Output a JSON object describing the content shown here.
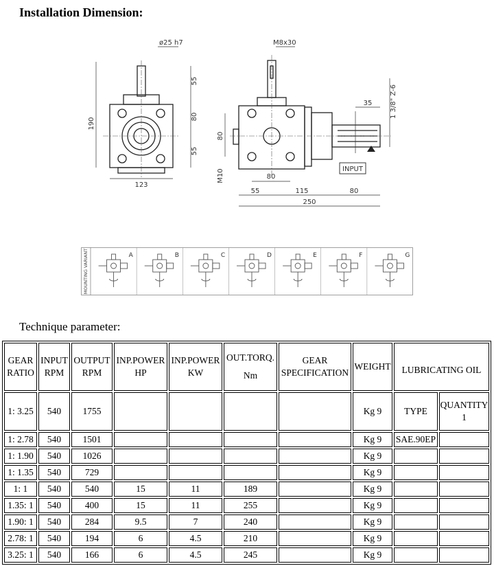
{
  "heading": "Installation Dimension:",
  "drawing": {
    "dims": {
      "shaft_dia": "ø25 h7",
      "key": "M8x30",
      "d190": "190",
      "d55_top": "55",
      "d80_mid": "80",
      "d55_bottom": "55",
      "d123": "123",
      "d80_side": "80",
      "m10": "M10",
      "d80_holes": "80",
      "d35": "35",
      "spline": "1 3/8\" Z-6",
      "d55": "55",
      "d115": "115",
      "d80_input": "80",
      "d250": "250",
      "input": "INPUT"
    },
    "mounting_label": "MOUNTING VARIANT",
    "variants": [
      "A",
      "B",
      "C",
      "D",
      "E",
      "F",
      "G"
    ]
  },
  "subheading": "Technique parameter:",
  "table": {
    "headers": {
      "gear_ratio": "GEAR RATIO",
      "input_rpm": "INPUT RPM",
      "output_rpm": "OUTPUT RPM",
      "inp_power_hp": "INP.POWER HP",
      "inp_power_kw": "INP.POWER KW",
      "out_torq_a": "OUT.TORQ.",
      "out_torq_b": "Nm",
      "gear_spec": "GEAR SPECIFICATION",
      "weight": "WEIGHT",
      "lube_oil": "LUBRICATING OIL",
      "type": "TYPE",
      "quantity": "QUANTITY",
      "quantity_value": "1"
    },
    "rows": [
      {
        "ratio": "1: 3.25",
        "input": "540",
        "output": "1755",
        "hp": "",
        "kw": "",
        "torque": "",
        "spec": "",
        "weight": "Kg 9"
      },
      {
        "ratio": "1: 2.78",
        "input": "540",
        "output": "1501",
        "hp": "",
        "kw": "",
        "torque": "",
        "spec": "",
        "weight": "Kg 9",
        "oil_type": "SAE.90EP",
        "qty": ""
      },
      {
        "ratio": "1: 1.90",
        "input": "540",
        "output": "1026",
        "hp": "",
        "kw": "",
        "torque": "",
        "spec": "",
        "weight": "Kg 9",
        "oil_type": "",
        "qty": ""
      },
      {
        "ratio": "1: 1.35",
        "input": "540",
        "output": "729",
        "hp": "",
        "kw": "",
        "torque": "",
        "spec": "",
        "weight": "Kg 9",
        "oil_type": "",
        "qty": ""
      },
      {
        "ratio": "1: 1",
        "input": "540",
        "output": "540",
        "hp": "15",
        "kw": "11",
        "torque": "189",
        "spec": "",
        "weight": "Kg 9",
        "oil_type": "",
        "qty": ""
      },
      {
        "ratio": "1.35: 1",
        "input": "540",
        "output": "400",
        "hp": "15",
        "kw": "11",
        "torque": "255",
        "spec": "",
        "weight": "Kg 9",
        "oil_type": "",
        "qty": ""
      },
      {
        "ratio": "1.90: 1",
        "input": "540",
        "output": "284",
        "hp": "9.5",
        "kw": "7",
        "torque": "240",
        "spec": "",
        "weight": "Kg 9",
        "oil_type": "",
        "qty": ""
      },
      {
        "ratio": "2.78: 1",
        "input": "540",
        "output": "194",
        "hp": "6",
        "kw": "4.5",
        "torque": "210",
        "spec": "",
        "weight": "Kg 9",
        "oil_type": "",
        "qty": ""
      },
      {
        "ratio": "3.25: 1",
        "input": "540",
        "output": "166",
        "hp": "6",
        "kw": "4.5",
        "torque": "245",
        "spec": "",
        "weight": "Kg 9",
        "oil_type": "",
        "qty": ""
      }
    ]
  }
}
